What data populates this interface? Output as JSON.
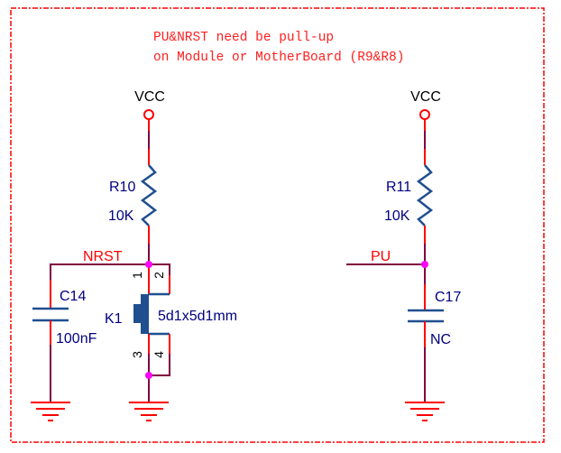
{
  "note": {
    "line1": "PU&NRST need be pull-up",
    "line2": "on Module or MotherBoard (R9&R8)"
  },
  "colors": {
    "note": "#ff2020",
    "wire": "#800040",
    "pin": "#ff0000",
    "component": "#1f4f8f",
    "label": "#000080",
    "junction": "#ff00ff",
    "border": "#ff0000"
  },
  "left_circuit": {
    "power": "VCC",
    "resistor": {
      "ref": "R10",
      "value": "10K"
    },
    "net": "NRST",
    "capacitor": {
      "ref": "C14",
      "value": "100nF"
    },
    "switch": {
      "ref": "K1",
      "value": "5d1x5d1mm",
      "pins": [
        "1",
        "2",
        "3",
        "4"
      ]
    },
    "grounds": 2
  },
  "right_circuit": {
    "power": "VCC",
    "resistor": {
      "ref": "R11",
      "value": "10K"
    },
    "net": "PU",
    "capacitor": {
      "ref": "C17",
      "value": "NC"
    },
    "grounds": 1
  }
}
